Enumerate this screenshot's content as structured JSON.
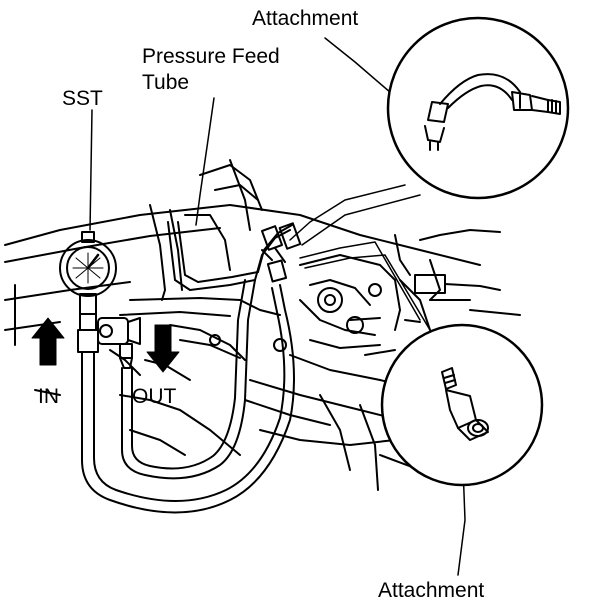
{
  "labels": {
    "attachment_top": "Attachment",
    "pressure_feed_line1": "Pressure Feed",
    "pressure_feed_line2": "Tube",
    "sst": "SST",
    "in": "IN",
    "out": "OUT",
    "attachment_bottom": "Attachment"
  },
  "colors": {
    "ink": "#000000",
    "paper": "#ffffff"
  }
}
